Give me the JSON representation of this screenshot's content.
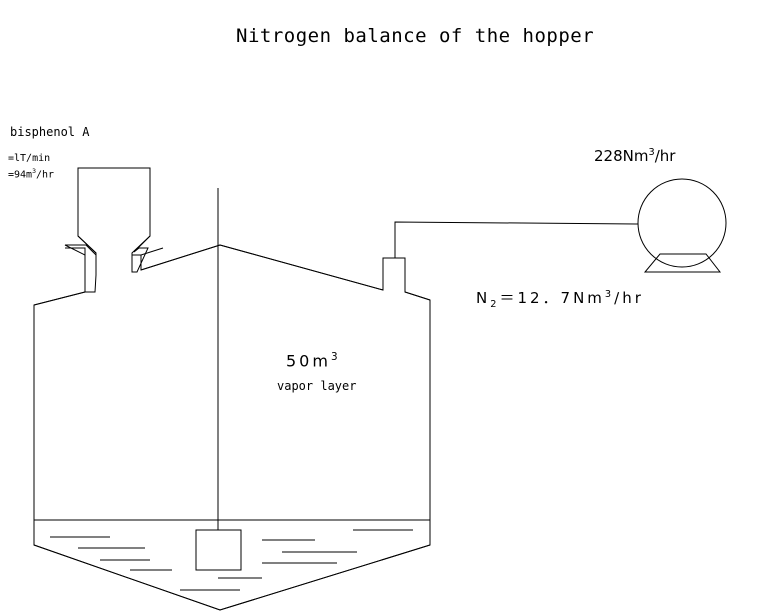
{
  "title": "Nitrogen balance of the hopper",
  "feed": {
    "name": "bisphenol A",
    "rate_line1": "=lT∕min",
    "rate_line2_pre": "=94m",
    "rate_line2_sup": "3",
    "rate_line2_post": "/hr"
  },
  "blower": {
    "flow_pre": "228Nm",
    "flow_sup": "3",
    "flow_post": "/hr"
  },
  "nitrogen": {
    "label_pre": "N",
    "label_sub": "2",
    "label_mid": "＝12．7Nm",
    "label_sup": "3",
    "label_post": "∕hr"
  },
  "vapor": {
    "volume_pre": "50m",
    "volume_sup": "3",
    "caption": "vapor layer"
  }
}
